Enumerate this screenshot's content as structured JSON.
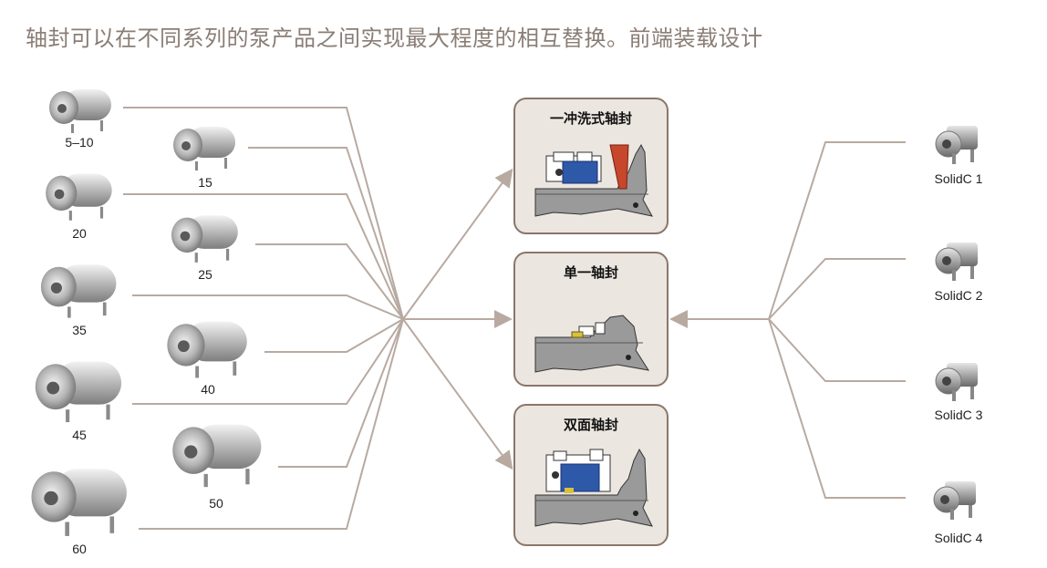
{
  "title": "轴封可以在不同系列的泵产品之间实现最大程度的相互替换。前端装载设计",
  "pumps": [
    {
      "label": "5–10"
    },
    {
      "label": "15"
    },
    {
      "label": "20"
    },
    {
      "label": "25"
    },
    {
      "label": "35"
    },
    {
      "label": "40"
    },
    {
      "label": "45"
    },
    {
      "label": "50"
    },
    {
      "label": "60"
    }
  ],
  "seals": [
    {
      "title": "一冲洗式轴封"
    },
    {
      "title": "单一轴封"
    },
    {
      "title": "双面轴封"
    }
  ],
  "solid_pumps": [
    {
      "label": "SolidC 1"
    },
    {
      "label": "SolidC 2"
    },
    {
      "label": "SolidC 3"
    },
    {
      "label": "SolidC 4"
    }
  ],
  "colors": {
    "connector": "#b8aaa1",
    "box_border": "#8a766b",
    "box_fill": "#ece6e0",
    "seal_blue": "#2e58a8",
    "seal_red": "#c6472c",
    "metal": "#9a9a9a"
  }
}
